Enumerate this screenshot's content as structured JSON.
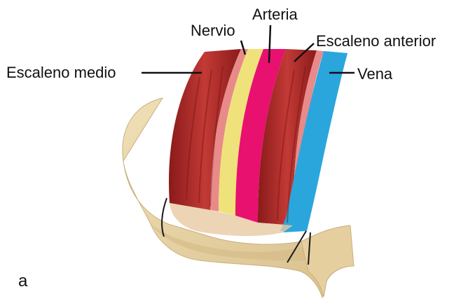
{
  "labels": {
    "nervio": "Nervio",
    "arteria": "Arteria",
    "escaleno_anterior": "Escaleno anterior",
    "escaleno_medio": "Escaleno medio",
    "vena": "Vena"
  },
  "panel_letter": "a",
  "colors": {
    "muscle": "#b0282a",
    "muscle_dark": "#8a1a1a",
    "nerve": "#f0e27a",
    "artery": "#e8116f",
    "vein": "#2aa6dd",
    "bone": "#ead5a8",
    "bone_shadow": "#d7bd8a"
  }
}
